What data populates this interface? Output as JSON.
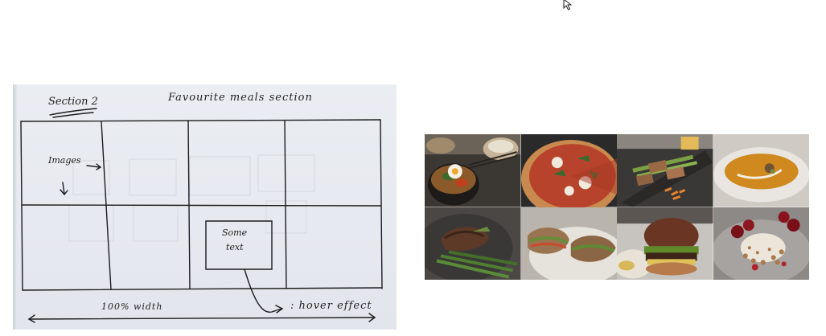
{
  "sketch": {
    "section_label": "Section 2",
    "heading": "Favourite meals section",
    "images_note": "Images",
    "textbox_line1": "Some",
    "textbox_line2": "text",
    "width_note": "100% width",
    "hover_note": ": hover effect"
  },
  "food_grid": {
    "tiles": [
      {
        "name": "bibimbap-bowl"
      },
      {
        "name": "pizza"
      },
      {
        "name": "asparagus-rolls"
      },
      {
        "name": "pumpkin-soup"
      },
      {
        "name": "steak-green-beans"
      },
      {
        "name": "sandwich"
      },
      {
        "name": "burger"
      },
      {
        "name": "granola-cherries"
      }
    ]
  }
}
